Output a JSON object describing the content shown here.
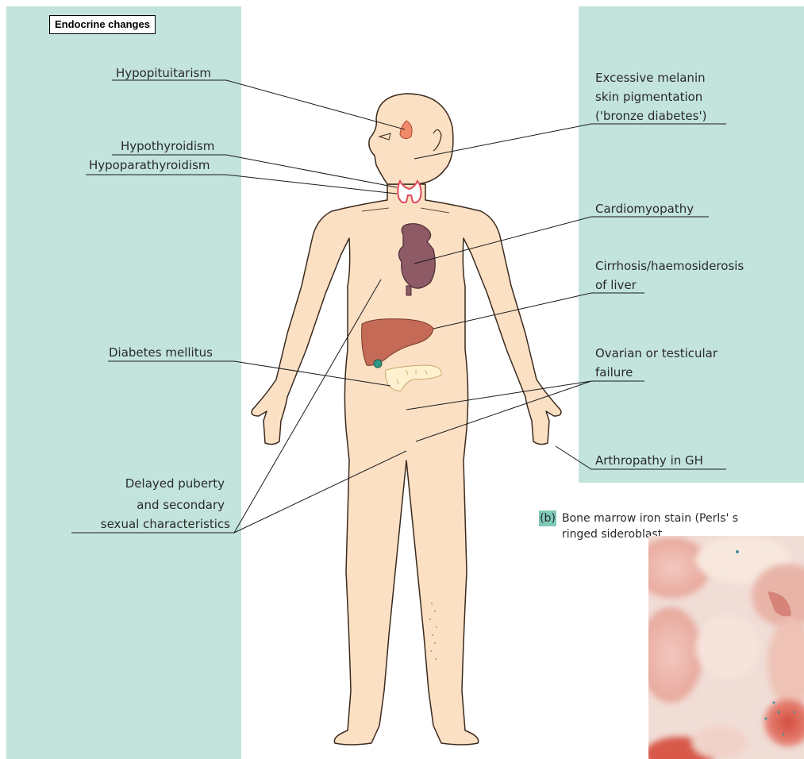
{
  "title": "Endocrine changes",
  "labels": {
    "hypopituitarism": "Hypopituitarism",
    "hypothyroidism": "Hypothyroidism",
    "hypoparathyroidism": "Hypoparathyroidism",
    "diabetes": "Diabetes mellitus",
    "puberty_1": "Delayed puberty",
    "puberty_2": "and secondary",
    "puberty_3": "sexual characteristics",
    "melanin_1": "Excessive melanin",
    "melanin_2": "skin pigmentation",
    "melanin_3": "('bronze diabetes')",
    "cardio": "Cardiomyopathy",
    "cirrhosis_1": "Cirrhosis/haemosiderosis",
    "cirrhosis_2": "of liver",
    "ovarian_1": "Ovarian or testicular",
    "ovarian_2": "failure",
    "arthropathy": "Arthropathy in GH"
  },
  "caption": {
    "tag": "(b)",
    "line1": "Bone marrow iron stain (Perls' s",
    "line2": "ringed sideroblast."
  },
  "colors": {
    "panel": "#c2e4dc",
    "skin": "#fbe0c4",
    "skin_outline": "#3a2a1e",
    "heart": "#8e5a66",
    "liver": "#c46a56",
    "pancreas": "#fdf1cf",
    "thyroid": "#e04a5e",
    "pituitary": "#f08a6a",
    "gallbladder": "#2e9a86"
  }
}
